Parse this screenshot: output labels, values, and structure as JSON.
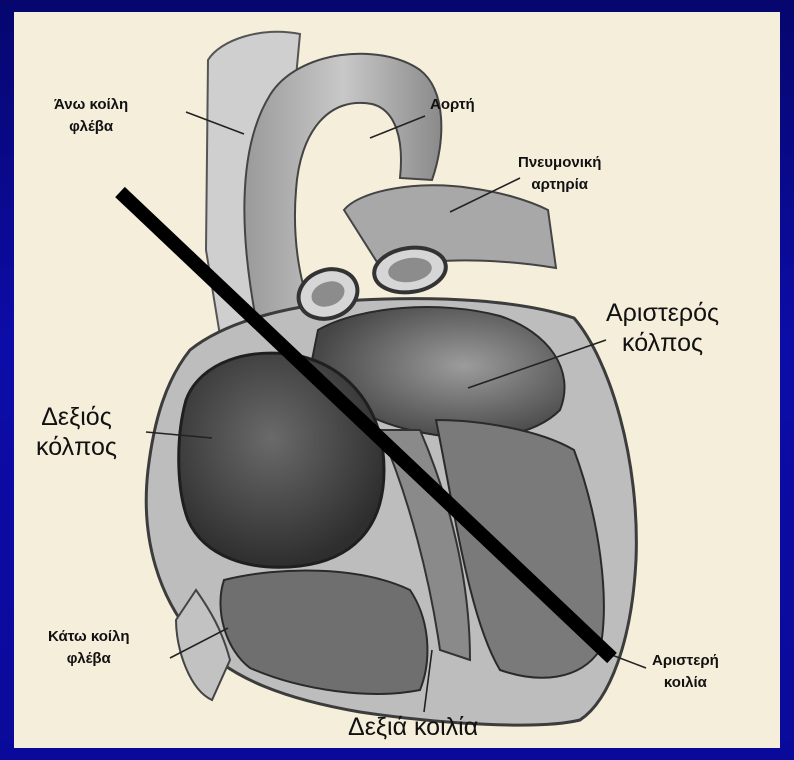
{
  "labels": {
    "superior_vena_cava": [
      "Άνω κοίλη",
      "φλέβα"
    ],
    "aorta": "Αορτή",
    "pulmonary_artery": [
      "Πνευμονική",
      "αρτηρία"
    ],
    "left_atrium": [
      "Αριστερός",
      "κόλπος"
    ],
    "right_atrium": [
      "Δεξιός",
      "κόλπος"
    ],
    "inferior_vena_cava": [
      "Κάτω κοίλη",
      "φλέβα"
    ],
    "left_ventricle": [
      "Αριστερή",
      "κοιλία"
    ],
    "right_ventricle": "Δεξιά κοιλία"
  },
  "colors": {
    "slide_background": "#0a0a96",
    "panel": "#f5eedb",
    "strike_line": "#000000"
  }
}
